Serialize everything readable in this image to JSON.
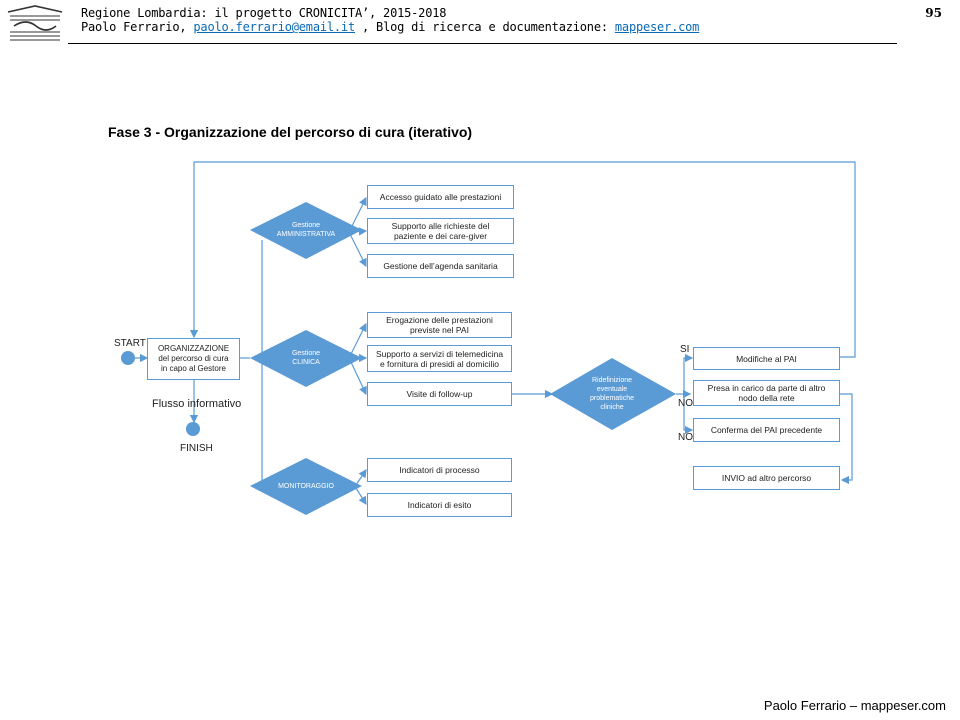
{
  "header": {
    "line1": "Regione Lombardia: il progetto CRONICITA’, 2015-2018",
    "line2_prefix": "Paolo Ferrario, ",
    "email": "paolo.ferrario@email.it",
    "line2_mid": " , Blog di ricerca e documentazione: ",
    "blog": "mappeser.com",
    "page_number": "95"
  },
  "diagram": {
    "title": "Fase 3 - Organizzazione del percorso di cura (iterativo)",
    "start_label": "START",
    "finish_label": "FINISH",
    "flow_label": "Flusso informativo",
    "org_box": "ORGANIZZAZIONE\ndel percorso di cura\nin capo al Gestore",
    "diamonds": {
      "amministrativa": "Gestione\nAMMINISTRATIVA",
      "clinica": "Gestione\nCLINICA",
      "monitoraggio": "MONITORAGGIO",
      "ridefinizione": "Ridefinizione\neventuale\nproblematiche\ncliniche"
    },
    "admin_boxes": [
      "Accesso guidato alle prestazioni",
      "Supporto alle richieste del\npaziente e dei care-giver",
      "Gestione dell’agenda sanitaria"
    ],
    "clinical_boxes": [
      "Erogazione delle prestazioni\npreviste nel PAI",
      "Supporto a servizi di telemedicina\ne fornitura di presidi al domicilio",
      "Visite di follow-up"
    ],
    "monitor_boxes": [
      "Indicatori di processo",
      "Indicatori di esito"
    ],
    "outcome_boxes": [
      "Modifiche al PAI",
      "Presa in carico da parte di altro\nnodo della rete",
      "Conferma del PAI precedente",
      "INVIO ad altro percorso"
    ],
    "labels": {
      "si": "SI",
      "no1": "NO",
      "no2": "NO"
    },
    "colors": {
      "accent": "#5b9bd5",
      "diamond_fill": "#5b9bd5"
    }
  },
  "footer": {
    "text": "Paolo Ferrario – mappeser.com"
  }
}
